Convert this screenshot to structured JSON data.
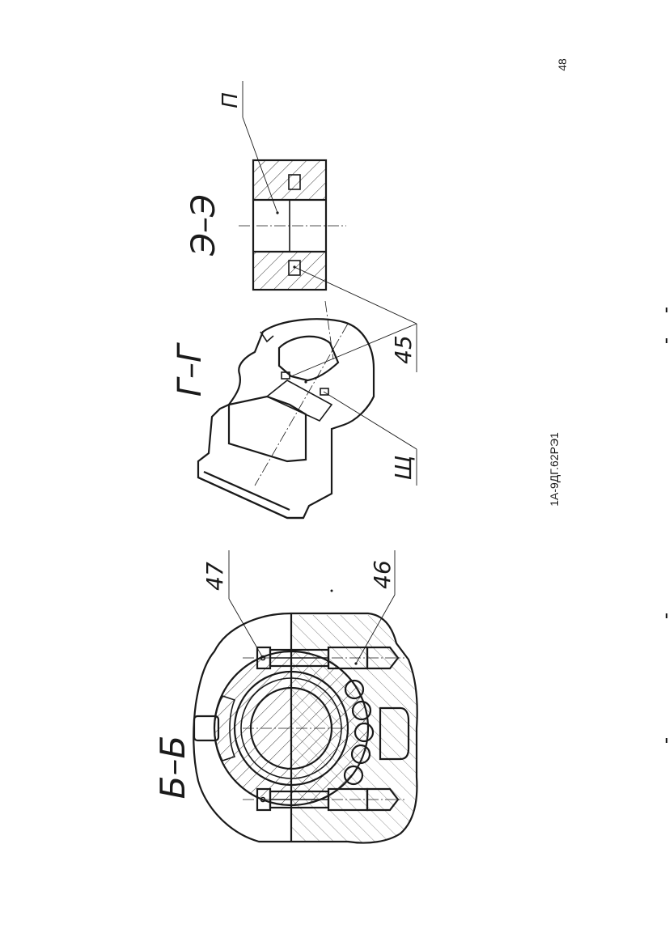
{
  "page_number": "48",
  "document_code": "1А-9ДГ.62РЭ1",
  "sections": {
    "b_b": "Б–Б",
    "g_g": "Г–Г",
    "e_e": "Э–Э"
  },
  "callouts": {
    "c45": "45",
    "c46": "46",
    "c47": "47",
    "p": "П",
    "shch": "Щ"
  },
  "colors": {
    "ink": "#1a1a1a",
    "paper": "#ffffff"
  }
}
